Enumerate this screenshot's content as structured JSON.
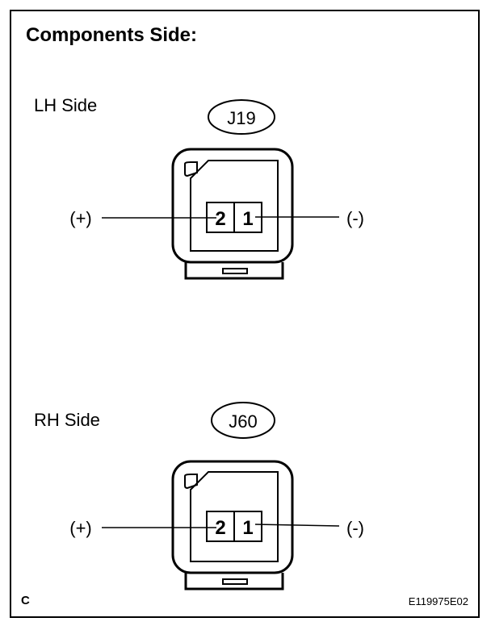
{
  "title": "Components Side:",
  "connectors": [
    {
      "side_label": "LH Side",
      "connector_id": "J19",
      "pins": [
        {
          "number": "2",
          "polarity": "(+)"
        },
        {
          "number": "1",
          "polarity": "(-)"
        }
      ]
    },
    {
      "side_label": "RH Side",
      "connector_id": "J60",
      "pins": [
        {
          "number": "2",
          "polarity": "(+)"
        },
        {
          "number": "1",
          "polarity": "(-)"
        }
      ]
    }
  ],
  "footer": {
    "corner_code": "C",
    "figure_ref": "E119975E02"
  }
}
